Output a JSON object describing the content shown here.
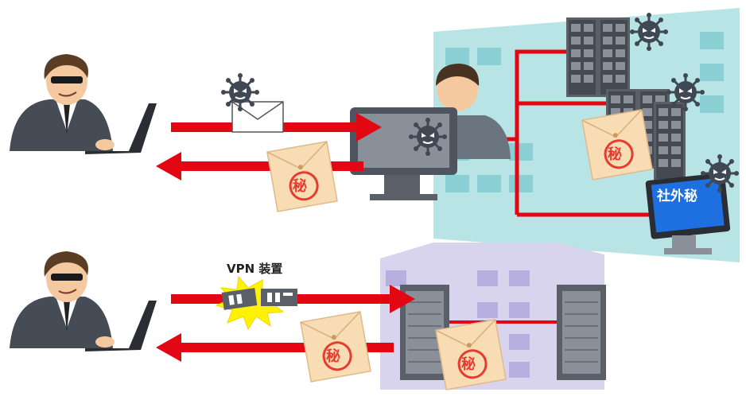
{
  "labels": {
    "vpn_device": "VPN 装置",
    "monitor_text": "社外秘",
    "secret_mark": "秘"
  },
  "colors": {
    "arrow_red": "#e30613",
    "building_blue": "#b9e4e6",
    "building_window": "#89cfd4",
    "building_purple": "#d9d4ee",
    "building_purple_window": "#b7afe0",
    "server_gray": "#5b6068",
    "envelope_tan": "#f7dcb4",
    "seal_red": "#e63b2e",
    "virus_dark": "#3f4853",
    "explosion_yellow": "#fff200",
    "monitor_blue": "#1e6fe0",
    "suit_dark": "#454c55"
  },
  "icons": {
    "hacker": "hacker-icon",
    "virus": "virus-icon",
    "mail": "mail-envelope-icon",
    "secret_document": "secret-document-icon",
    "server_rack": "server-rack-icon",
    "vpn_device": "vpn-device-icon",
    "building": "office-building-icon",
    "monitor": "monitor-icon",
    "office_worker": "office-worker-icon"
  }
}
